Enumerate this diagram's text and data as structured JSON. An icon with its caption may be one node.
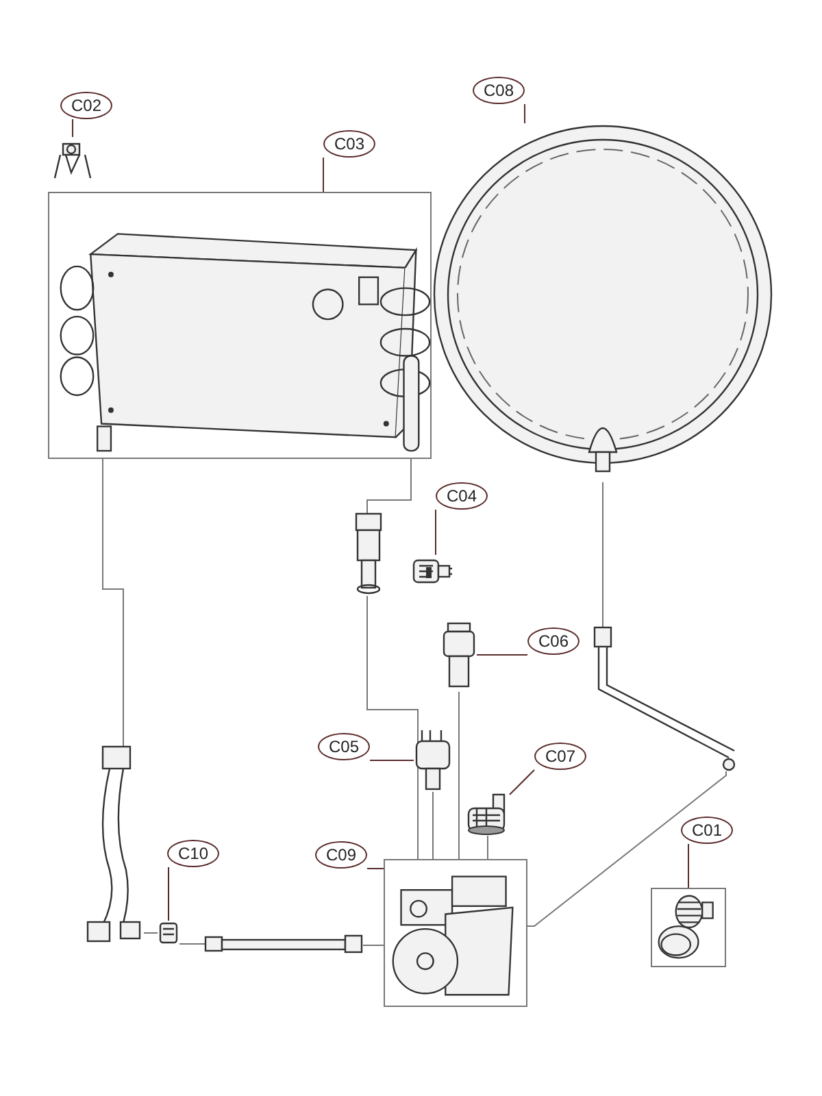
{
  "diagram": {
    "nodes": [
      {
        "text": [
          "C02"
        ]
      },
      {
        "text": [],
        "shape": "picture"
      },
      {
        "text": [
          "C03"
        ]
      },
      {
        "text": [],
        "shape": "picture"
      },
      {
        "text": [
          "C08"
        ]
      },
      {
        "text": [],
        "shape": "picture"
      },
      {
        "text": [
          "C04"
        ]
      },
      {
        "text": [],
        "shape": "picture"
      },
      {
        "text": [],
        "shape": "picture"
      },
      {
        "text": [
          "C06"
        ]
      },
      {
        "text": [],
        "shape": "picture"
      },
      {
        "text": [
          "C05"
        ]
      },
      {
        "text": [],
        "shape": "picture"
      },
      {
        "text": [
          "C07"
        ]
      },
      {
        "text": [],
        "shape": "picture"
      },
      {
        "text": [],
        "shape": "picture"
      },
      {
        "text": [
          "C01"
        ]
      },
      {
        "text": [],
        "shape": "picture"
      },
      {
        "text": [
          "C10"
        ]
      },
      {
        "text": [],
        "shape": "picture"
      },
      {
        "text": [
          "C09"
        ]
      },
      {
        "text": [],
        "shape": "picture"
      },
      {
        "text": [],
        "shape": "picture"
      },
      {
        "text": [],
        "shape": "picture"
      }
    ],
    "edges": [
      {
        "from": 0,
        "to": 1,
        "arrow": "none"
      },
      {
        "from": 2,
        "to": 3,
        "arrow": "none"
      },
      {
        "from": 4,
        "to": 5,
        "arrow": "none"
      },
      {
        "from": 6,
        "to": 7,
        "arrow": "none"
      },
      {
        "from": 9,
        "to": 10,
        "arrow": "none"
      },
      {
        "from": 11,
        "to": 12,
        "arrow": "none"
      },
      {
        "from": 13,
        "to": 14,
        "arrow": "none"
      },
      {
        "from": 16,
        "to": 17,
        "arrow": "none"
      },
      {
        "from": 18,
        "to": 19,
        "arrow": "none"
      },
      {
        "from": 20,
        "to": 21,
        "arrow": "none"
      },
      {
        "from": 3,
        "to": 22,
        "arrow": "none"
      },
      {
        "from": 3,
        "to": 8,
        "arrow": "none"
      },
      {
        "from": 8,
        "to": 21,
        "arrow": "none"
      },
      {
        "from": 10,
        "to": 21,
        "arrow": "none"
      },
      {
        "from": 12,
        "to": 21,
        "arrow": "none"
      },
      {
        "from": 14,
        "to": 21,
        "arrow": "none"
      },
      {
        "from": 5,
        "to": 15,
        "arrow": "none"
      },
      {
        "from": 15,
        "to": 21,
        "arrow": "none"
      },
      {
        "from": 22,
        "to": 19,
        "arrow": "none"
      },
      {
        "from": 19,
        "to": 23,
        "arrow": "none"
      },
      {
        "from": 23,
        "to": 21,
        "arrow": "none"
      }
    ]
  }
}
